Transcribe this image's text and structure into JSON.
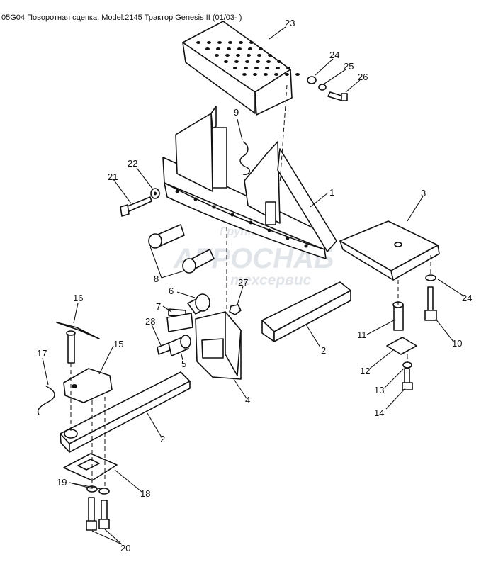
{
  "title": "05G04 Поворотная сцепка. Model:2145 Трактор Genesis II (01/03- )",
  "watermark": {
    "line1": "Группа компаний",
    "line2": "АГРОСНАБ",
    "line3": "техсервис"
  },
  "callouts": [
    "23",
    "24",
    "25",
    "26",
    "9",
    "21",
    "22",
    "1",
    "3",
    "8",
    "6",
    "27",
    "7",
    "28",
    "5",
    "24",
    "10",
    "11",
    "16",
    "15",
    "2",
    "4",
    "12",
    "13",
    "14",
    "17",
    "2",
    "19",
    "18",
    "20"
  ]
}
